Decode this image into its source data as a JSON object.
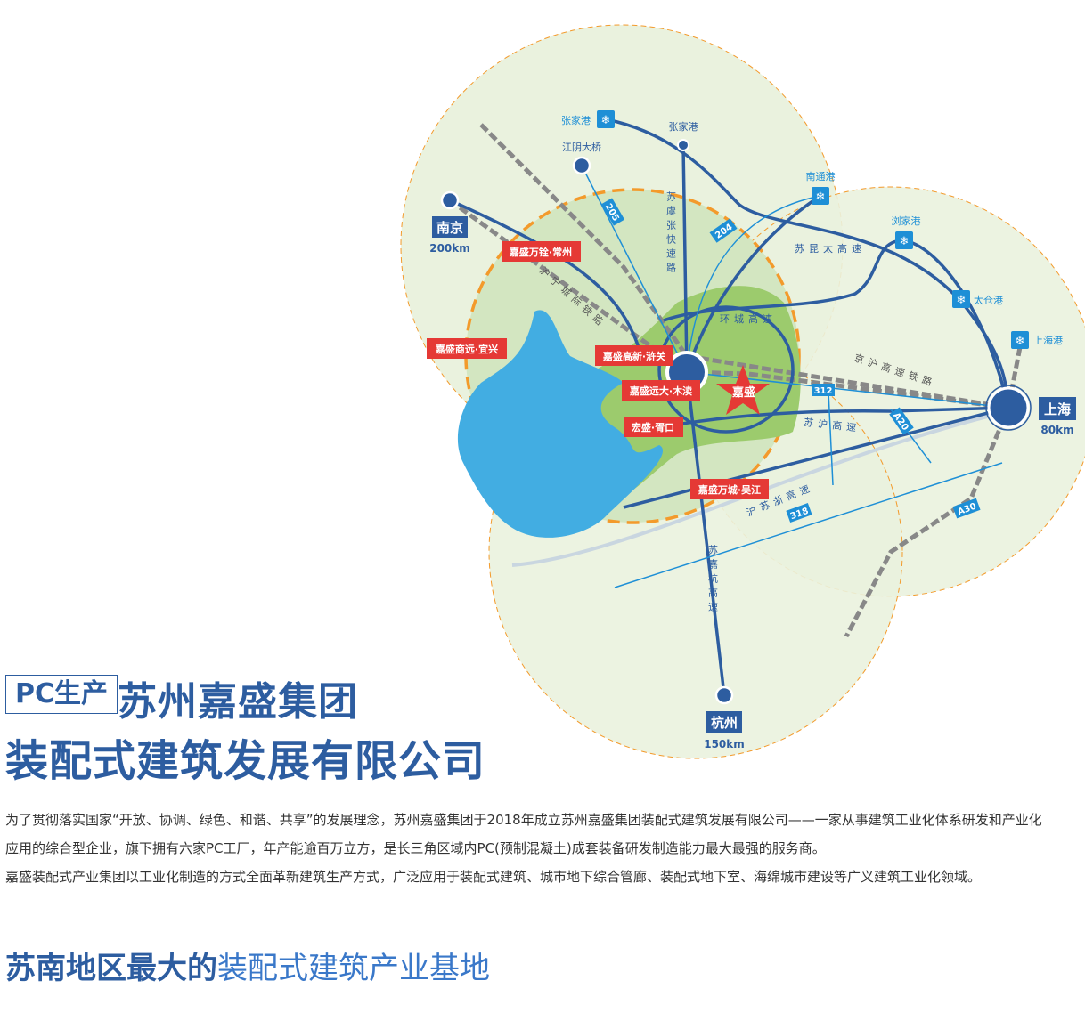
{
  "map": {
    "cities": {
      "suzhou": "嘉盛",
      "shanghai": {
        "name": "上海",
        "distance": "80km"
      },
      "nanjing": {
        "name": "南京",
        "distance": "200km"
      },
      "hangzhou": {
        "name": "杭州",
        "distance": "150km"
      },
      "jiangyin_bridge": "江阴大桥"
    },
    "ports": [
      "张家港",
      "张家港",
      "南通港",
      "浏家港",
      "太仓港",
      "上海港"
    ],
    "factories": [
      "嘉盛万铨·常州",
      "嘉盛商远·宜兴",
      "嘉盛高新·浒关",
      "嘉盛远大·木渎",
      "宏盛·胥口",
      "嘉盛万城·吴江"
    ],
    "roads": {
      "suyu": "苏虞张快速路",
      "huning_rail": "沪宁城际铁路",
      "ring": "环城高速",
      "sukuntai": "苏昆太高速",
      "jinghu_rail": "京沪高速铁路",
      "suhu": "苏沪高速",
      "hu_su_zhe": "沪苏浙高速",
      "sujiahang": "苏嘉杭高速"
    },
    "route_shields": [
      "205",
      "204",
      "312",
      "A20",
      "318",
      "A30"
    ],
    "colors": {
      "primary": "#2d5da0",
      "accent": "#e53935",
      "water": "#42ade2",
      "port": "#1e8fd6",
      "orange": "#f39a2b"
    }
  },
  "header": {
    "tag": "PC生产",
    "title_line1": "苏州嘉盛集团",
    "title_line2": "装配式建筑发展有限公司"
  },
  "body": {
    "paragraphs": [
      "为了贯彻落实国家“开放、协调、绿色、和谐、共享”的发展理念，苏州嘉盛集团于2018年成立苏州嘉盛集团装配式建筑发展有限公司——一家从事建筑工业化体系研发和产业化",
      "应用的综合型企业，旗下拥有六家PC工厂，年产能逾百万立方，是长三角区域内PC(预制混凝土)成套装备研发制造能力最大最强的服务商。",
      "嘉盛装配式产业集团以工业化制造的方式全面革新建筑生产方式，广泛应用于装配式建筑、城市地下综合管廊、装配式地下室、海绵城市建设等广义建筑工业化领域。"
    ]
  },
  "slogan": {
    "bold": "苏南地区最大的",
    "light": "装配式建筑产业基地"
  }
}
